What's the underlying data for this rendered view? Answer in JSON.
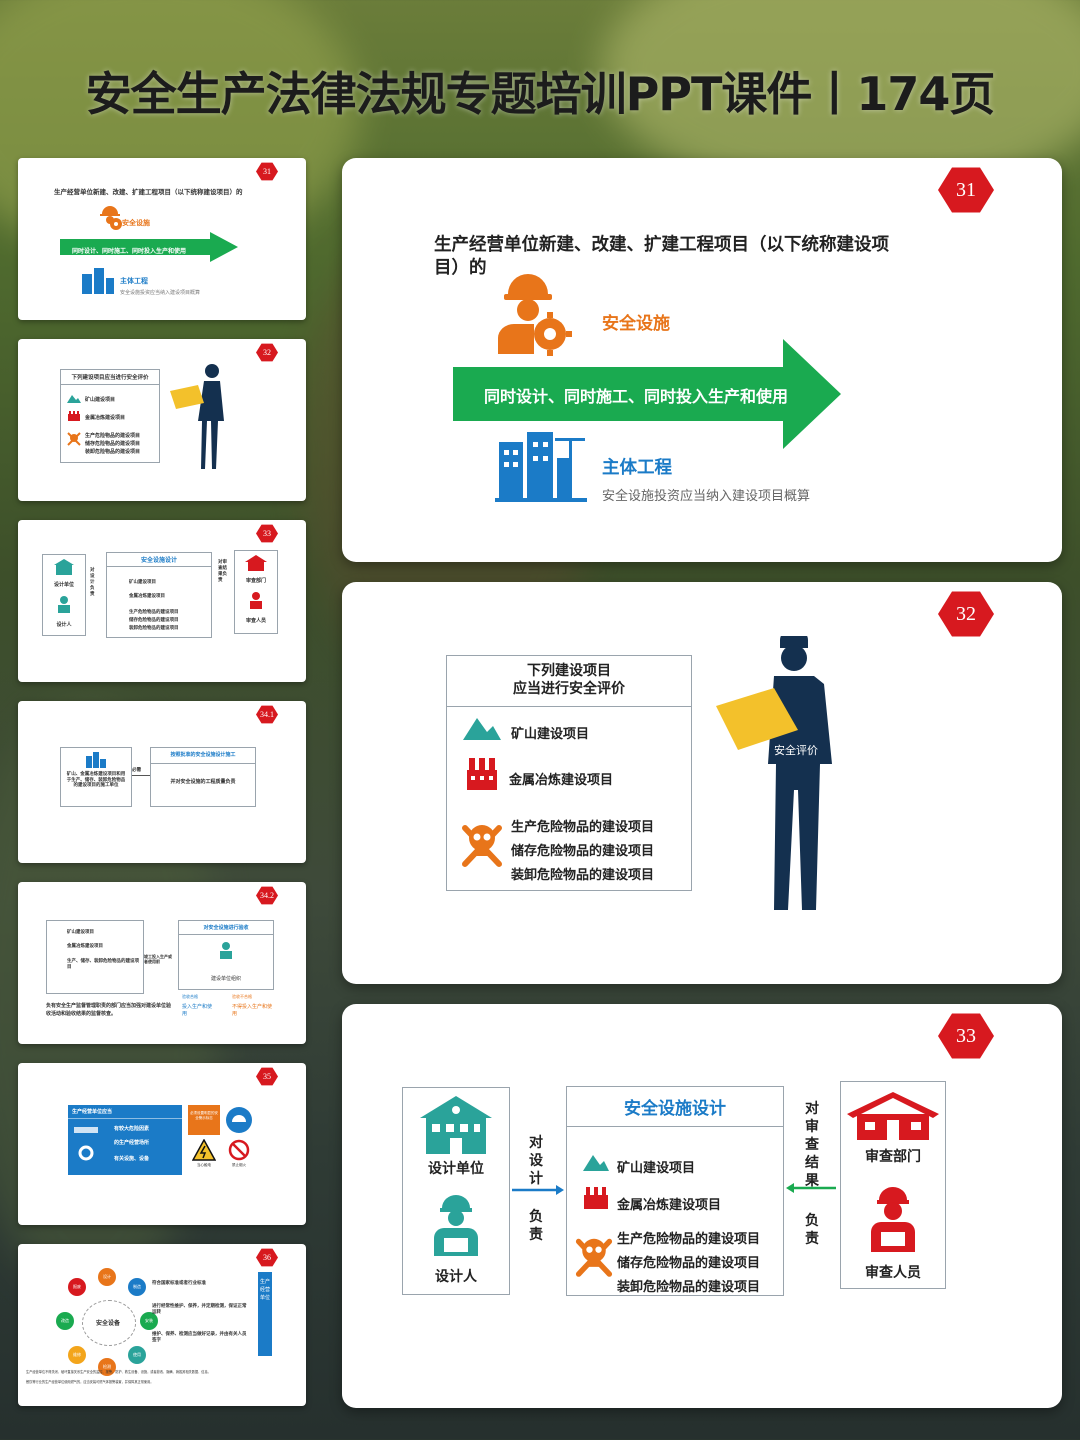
{
  "headline": "安全生产法律法规专题培训PPT课件丨174页",
  "colors": {
    "hex_red": "#d7191f",
    "green": "#1aaa50",
    "orange": "#e8751a",
    "blue": "#1b7bc7",
    "navy": "#14304f",
    "teal": "#2aa39a"
  },
  "thumbs": {
    "t31": {
      "num": "31",
      "title": "生产经营单位新建、改建、扩建工程项目（以下统称建设项目）的",
      "facility": "安全设施",
      "arrow": "同时设计、同时施工、同时投入生产和使用",
      "main": "主体工程",
      "note": "安全设施投资应当纳入建设项目概算"
    },
    "t32": {
      "num": "32",
      "box_title": "下列建设项目应当进行安全评价",
      "items": [
        "矿山建设项目",
        "金属冶炼建设项目",
        "生产危险物品的建设项目",
        "储存危险物品的建设项目",
        "装卸危险物品的建设项目"
      ]
    },
    "t33": {
      "num": "33",
      "design_unit": "设计单位",
      "designer": "设计人",
      "left_label": "对设计负责",
      "center_title": "安全设施设计",
      "right_label": "对审查结果负责",
      "dept": "审查部门",
      "reviewer": "审查人员",
      "items": [
        "矿山建设项目",
        "金属冶炼建设项目",
        "生产危险物品的建设项目",
        "储存危险物品的建设项目",
        "装卸危险物品的建设项目"
      ]
    },
    "t341": {
      "num": "34.1",
      "left_text": "矿山、金属冶炼建设项目和用于生产、储存、装卸危险物品的建设项目的施工单位",
      "mid": "必需",
      "right_title": "按照批准的安全设施设计施工",
      "right_text": "并对安全设施的工程质量负责"
    },
    "t342": {
      "num": "34.2",
      "items": [
        "矿山建设项目",
        "金属冶炼建设项目",
        "生产、储存、装卸危险物品的建设项目"
      ],
      "mid": "竣工投入生产或者使用前",
      "right_title": "对安全设施进行验收",
      "org": "建设单位组织",
      "bottom": "负有安全生产监督管理职责的部门应当加强对建设单位验收活动和验收结果的监督核查。",
      "pass": "投入生产和使用",
      "fail": "不得投入生产和使用",
      "pass_small": "验收合格",
      "fail_small": "验收不合格"
    },
    "t35": {
      "num": "35",
      "panel_title": "生产经营单位应当",
      "line1": "有较大危险因素",
      "line2": "的生产经营场所",
      "line3": "有关设施、设备",
      "sign_top": "必须设置明显的安全警示标志",
      "sign_a": "当心触电",
      "sign_b": "禁止烟火"
    },
    "t36": {
      "num": "36",
      "center": "安全设备",
      "nodes": [
        "设计",
        "制造",
        "安装",
        "使用",
        "检测",
        "维修",
        "改造",
        "报废"
      ],
      "points": [
        "符合国家标准或者行业标准",
        "进行经常性维护、保养，并定期检测，保证正常运转",
        "维护、保养、检测应当做好记录，并由有关人员签字"
      ],
      "side": "生产经营单位",
      "foot1": "生产经营单位不得关闭、破坏直接关系生产安全的监控、报警、防护、救生设备、设施，或者篡改、隐瞒、销毁其相关数据、信息。",
      "foot2": "餐饮等行业的生产经营单位使用燃气的，应当安装可燃气体报警装置，并保障其正常使用。"
    }
  },
  "card31": {
    "num": "31",
    "title": "生产经营单位新建、改建、扩建工程项目（以下统称建设项目）的",
    "facility": "安全设施",
    "arrow": "同时设计、同时施工、同时投入生产和使用",
    "main": "主体工程",
    "note": "安全设施投资应当纳入建设项目概算"
  },
  "card32": {
    "num": "32",
    "box_title_1": "下列建设项目",
    "box_title_2": "应当进行安全评价",
    "items": [
      "矿山建设项目",
      "金属冶炼建设项目",
      "生产危险物品的建设项目",
      "储存危险物品的建设项目",
      "装卸危险物品的建设项目"
    ],
    "doc_label": "安全评价"
  },
  "card33": {
    "num": "33",
    "design_unit": "设计单位",
    "designer": "设计人",
    "left_label": [
      "对",
      "设",
      "计",
      "负",
      "责"
    ],
    "center_title": "安全设施设计",
    "items": [
      "矿山建设项目",
      "金属冶炼建设项目",
      "生产危险物品的建设项目",
      "储存危险物品的建设项目",
      "装卸危险物品的建设项目"
    ],
    "right_label": [
      "对",
      "审",
      "查",
      "结",
      "果",
      "负",
      "责"
    ],
    "dept": "审查部门",
    "reviewer": "审查人员"
  }
}
